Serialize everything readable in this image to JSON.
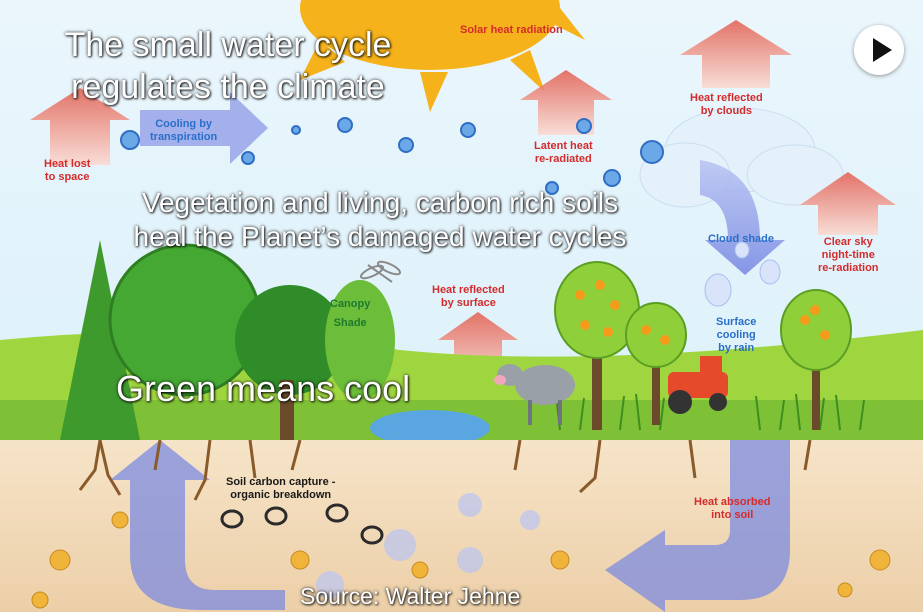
{
  "overlay": {
    "title_line1": "The small water cycle",
    "title_line2": "regulates the climate",
    "subtitle_line1": "Vegetation and living, carbon rich soils",
    "subtitle_line2": "heal the Planet’s damaged water cycles",
    "green_caption": "Green means cool",
    "source": "Source: Walter Jehne"
  },
  "diagram_labels": {
    "solar_heat_radiation": "Solar heat radiation",
    "cooling_by_transpiration": [
      "Cooling by",
      "transpiration"
    ],
    "heat_lost_to_space": [
      "Heat lost",
      "to space"
    ],
    "latent_heat_reradiated": [
      "Latent heat",
      "re-radiated"
    ],
    "heat_reflected_by_clouds": [
      "Heat reflected",
      "by clouds"
    ],
    "cloud_shade": "Cloud shade",
    "clear_sky": [
      "Clear sky",
      "night-time",
      "re-radiation"
    ],
    "canopy_shade": [
      "Canopy",
      "Shade"
    ],
    "heat_reflected_by_surface": [
      "Heat reflected",
      "by surface"
    ],
    "surface_cooling_by_rain": [
      "Surface",
      "cooling",
      "by rain"
    ],
    "soil_carbon_capture": [
      "Soil carbon capture -",
      "organic breakdown"
    ],
    "heat_absorbed_into_soil": [
      "Heat absorbed",
      "into soil"
    ]
  },
  "controls": {
    "play_icon": "play-icon"
  },
  "colors": {
    "sky": "#e8f4fb",
    "sun": "#f6b21a",
    "heat_arrow": "#e36a5c",
    "cool_arrow": "#7c8be0",
    "grass": "#8fce3a",
    "soil": "#f1dcc0",
    "label_red": "#d42b2b",
    "label_blue": "#2a6fc9"
  }
}
